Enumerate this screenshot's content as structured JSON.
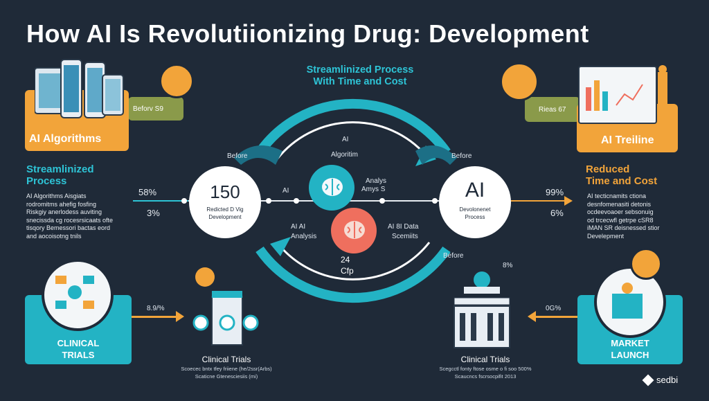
{
  "title": "How AI Is Revolutiionizing Drug: Development",
  "center_heading": {
    "line1": "Streamlinized Process",
    "line2": "With Time and Cost"
  },
  "left_top": {
    "box_label": "AI Algorithms",
    "badge": "Beforv S9"
  },
  "right_top": {
    "box_label": "AI Treiline",
    "badge": "Rieas 67"
  },
  "left_section": {
    "heading": "Streamlinized\nProcess",
    "pct_top": "58%",
    "pct_bottom": "3%",
    "body_lines": [
      "AI Algorithms Aisgiats",
      "rodromitms ahefig fosfing",
      "Riskgiy anerlodess auviting",
      "snecissda cg rocesrsicaats ofte",
      "tisqory Bemessori bactas eord",
      "and aocoisotng tnils"
    ]
  },
  "right_section": {
    "heading": "Reduced\nTime and Cost",
    "pct_top": "99%",
    "pct_bottom": "6%",
    "body_lines": [
      "AI tecticnamits ctiona",
      "desnfomenasiti detonis",
      "ocdeevoaoer sebsonuig",
      "od trcecwfl getrpe cSR8",
      "iMAN SR deisnessed stior",
      "Develepment"
    ]
  },
  "left_node": {
    "number": "150",
    "line1": "Redicted D Vig",
    "line2": "Development"
  },
  "right_node": {
    "big": "AI",
    "line1": "Devolonenet",
    "line2": "Process"
  },
  "cycle": {
    "before_left": "Before",
    "before_right": "Before",
    "before_bottom": "Before",
    "ai_algo_top": "AI",
    "ai_algo_bottom": "Algoritim",
    "ai_small": "AI",
    "analysis_top": "Analys",
    "analysis_bottom": "Amys S",
    "ai_analysis_left_1": "AI AI",
    "ai_analysis_left_2": "Analysis",
    "ai_data_1": "AI 8I Data",
    "ai_data_2": "Scemiits",
    "bottom_num": "24",
    "bottom_label": "Cfp",
    "pct_small": "8%"
  },
  "bottom_left": {
    "box_label_1": "CLINICAL",
    "box_label_2": "TRIALS",
    "arrow_label": "8.9/%",
    "caption_title": "Clinical Trials",
    "caption_1": "Scoecec bntx tfey friiene (he/2ssr(Arbs)",
    "caption_2": "Scaticne Gtenesciesiis (mi)"
  },
  "bottom_right": {
    "box_label_1": "MARKET",
    "box_label_2": "LAUNCH",
    "arrow_label": "0G%",
    "caption_title": "Clinical Trials",
    "caption_1": "Scegcctl fonty ftose osme o fi soo 500%",
    "caption_2": "Scaucncs fscrsocpifit 2013"
  },
  "watermark": "sedbi",
  "colors": {
    "background": "#1f2a38",
    "teal": "#23b3c4",
    "orange": "#f2a43a",
    "coral": "#ef6f5e",
    "olive": "#8a9a4a"
  }
}
